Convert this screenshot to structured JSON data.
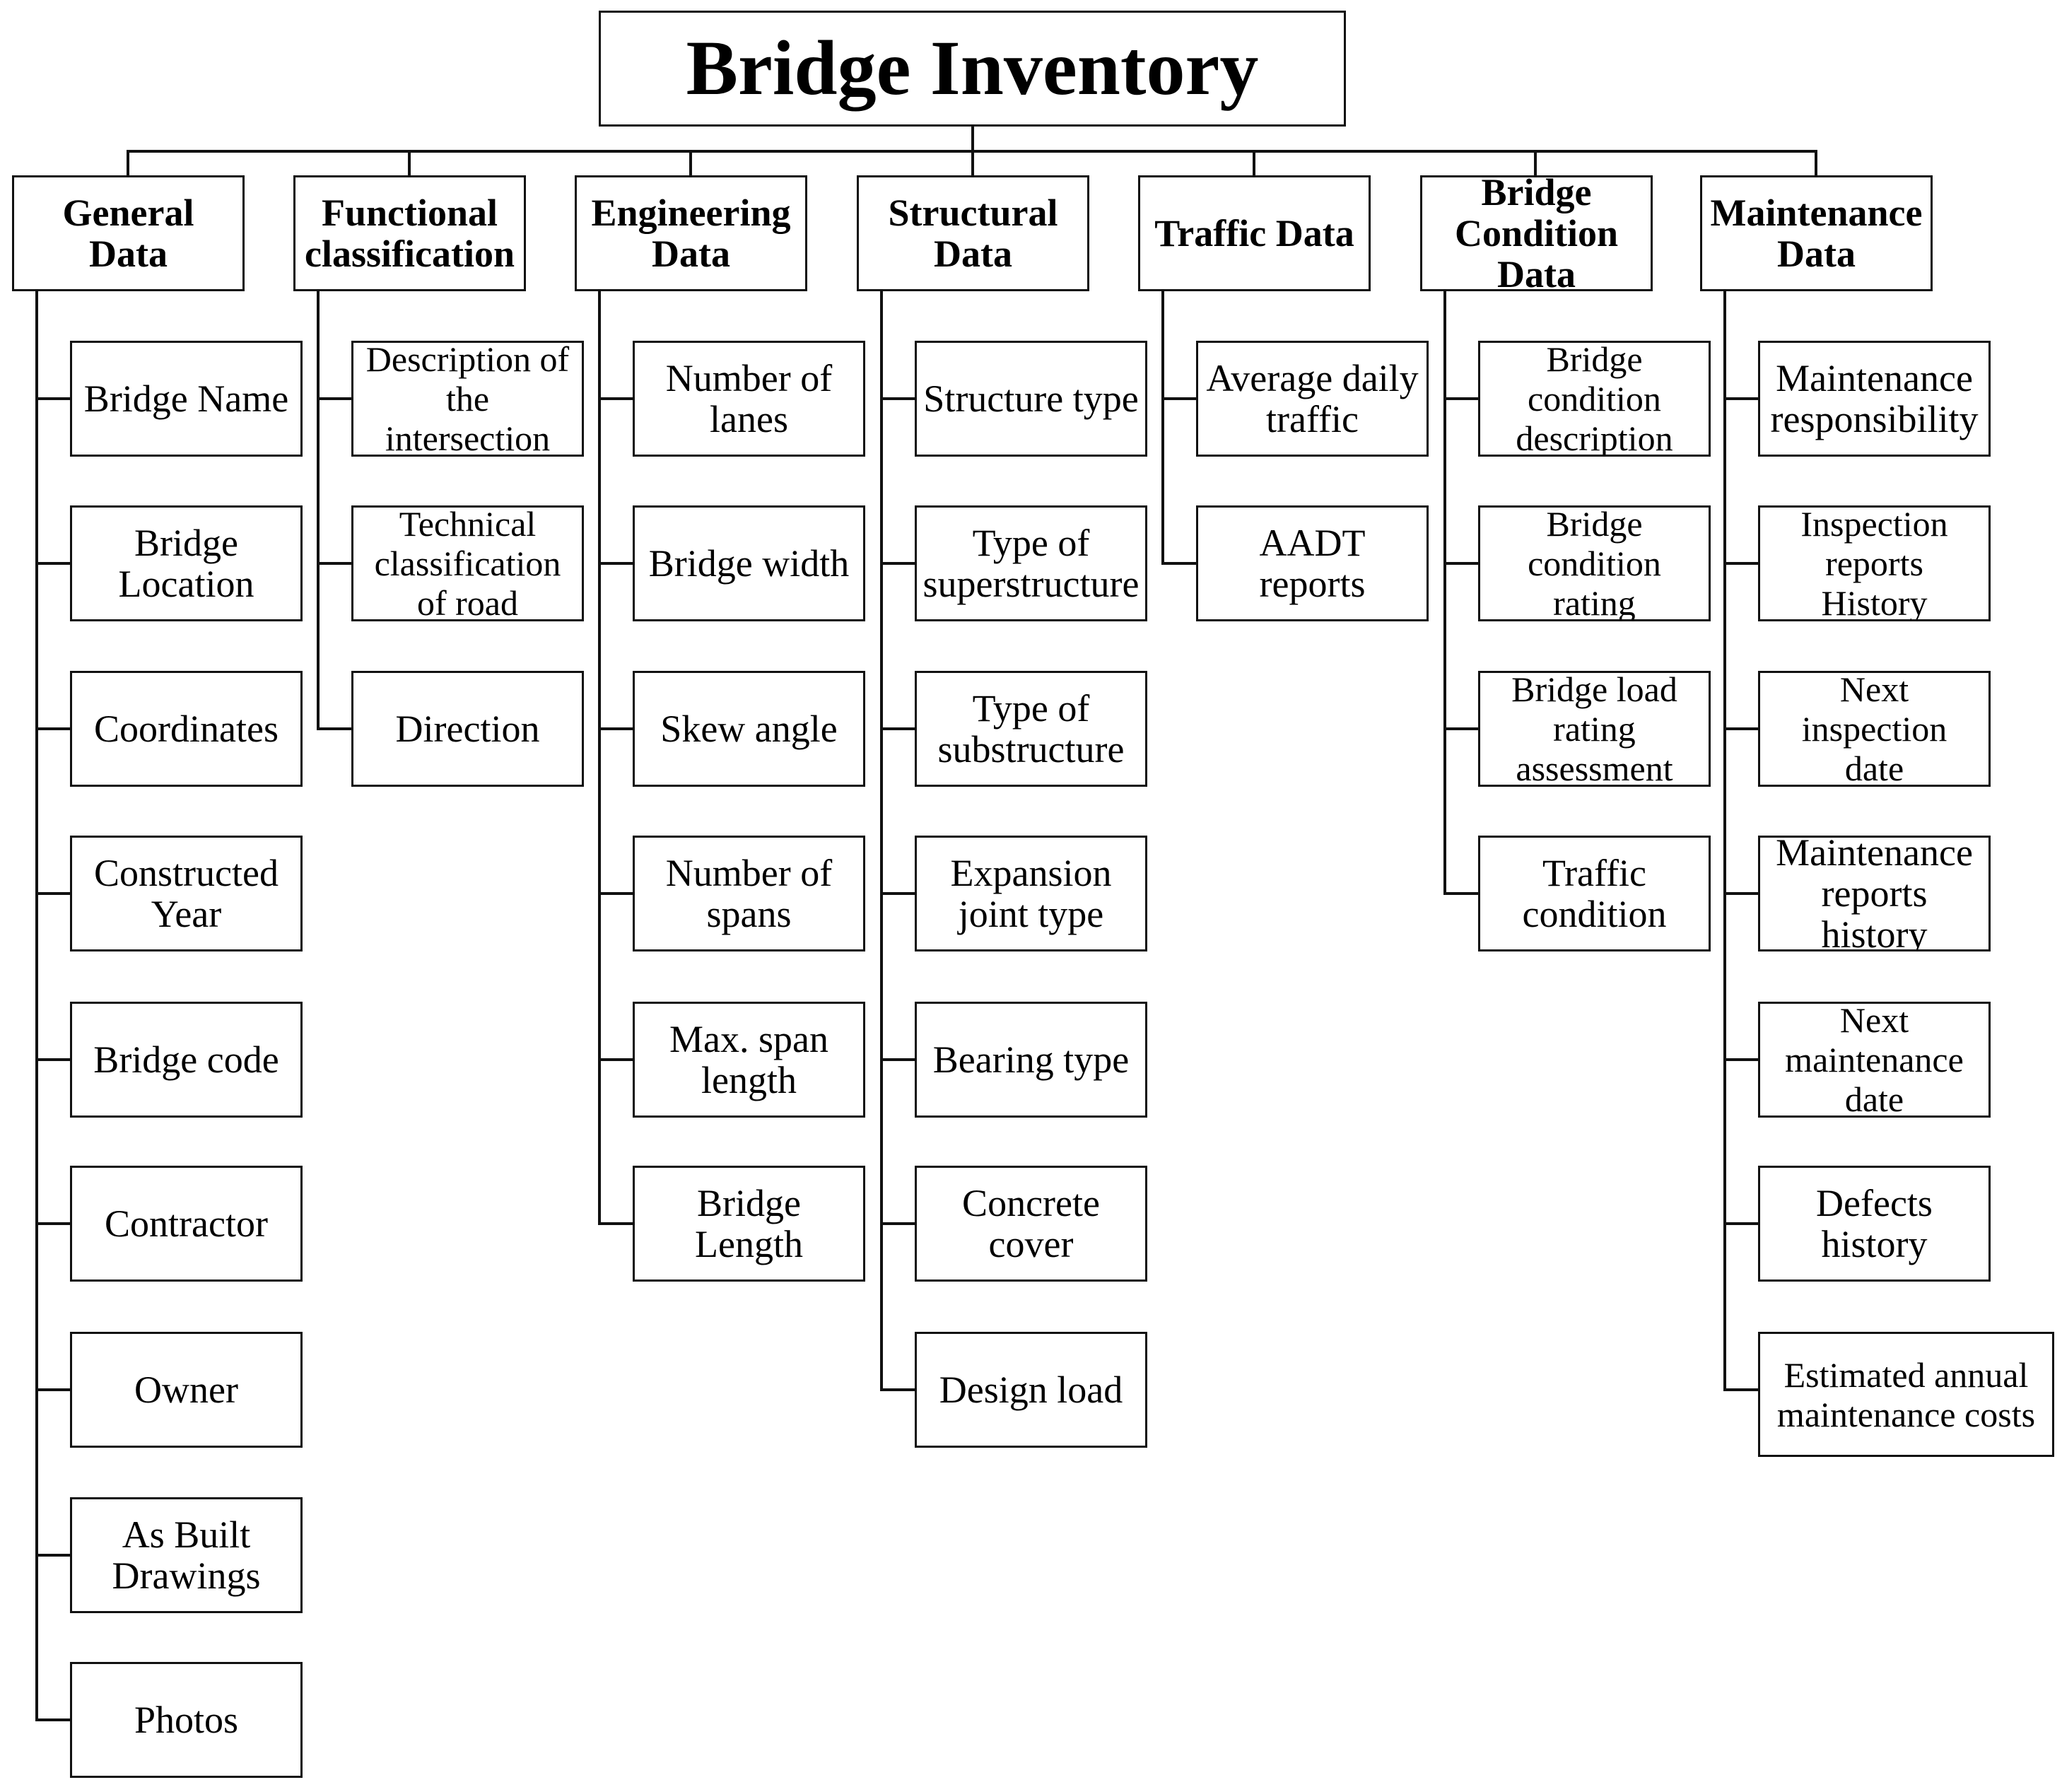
{
  "title": "Bridge Inventory",
  "categories": [
    {
      "label": "General\nData",
      "items": [
        "Bridge Name",
        "Bridge\nLocation",
        "Coordinates",
        "Constructed\nYear",
        "Bridge code",
        "Contractor",
        "Owner",
        "As Built\nDrawings",
        "Photos"
      ]
    },
    {
      "label": "Functional\nclassification",
      "items": [
        "Description of\nthe\nintersection",
        "Technical\nclassification\nof road",
        "Direction"
      ]
    },
    {
      "label": "Engineering\nData",
      "items": [
        "Number of\nlanes",
        "Bridge width",
        "Skew angle",
        "Number of\nspans",
        "Max. span\nlength",
        "Bridge\nLength"
      ]
    },
    {
      "label": "Structural\nData",
      "items": [
        "Structure type",
        "Type of\nsuperstructure",
        "Type of\nsubstructure",
        "Expansion\njoint type",
        "Bearing type",
        "Concrete\ncover",
        "Design load"
      ]
    },
    {
      "label": "Traffic Data",
      "items": [
        "Average daily\ntraffic",
        "AADT\nreports"
      ]
    },
    {
      "label": "Bridge\nCondition\nData",
      "items": [
        "Bridge\ncondition\ndescription",
        "Bridge\ncondition\nrating",
        "Bridge load\nrating\nassessment",
        "Traffic\ncondition"
      ]
    },
    {
      "label": "Maintenance\nData",
      "items": [
        "Maintenance\nresponsibility",
        "Inspection\nreports\nHistory",
        "Next\ninspection\ndate",
        "Maintenance\nreports history",
        "Next\nmaintenance\ndate",
        "Defects\nhistory",
        "Estimated annual\nmaintenance costs"
      ]
    }
  ]
}
